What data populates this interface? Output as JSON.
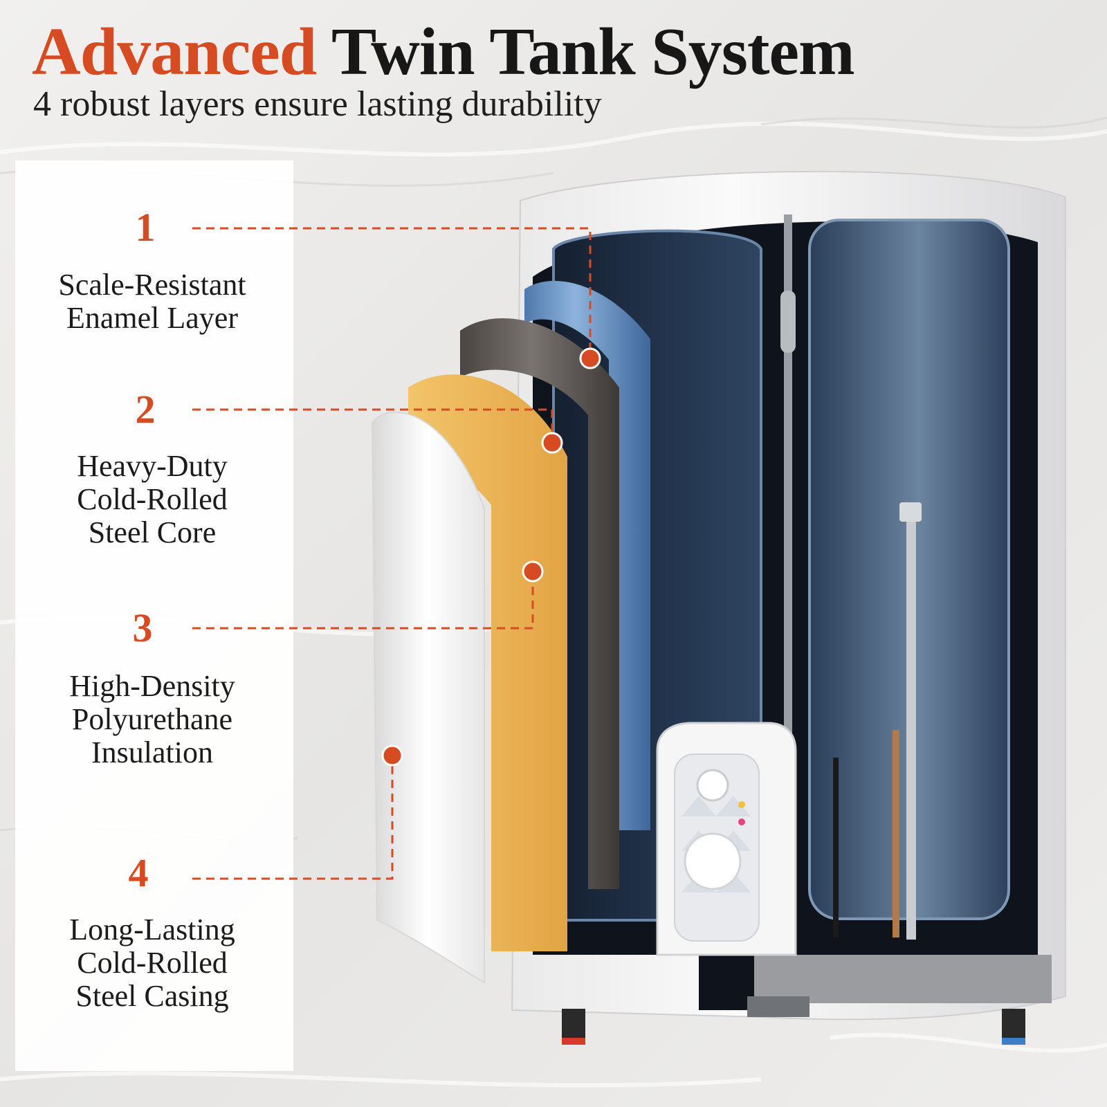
{
  "header": {
    "title_accent": "Advanced",
    "title_rest": "Twin Tank System",
    "subtitle": "4 robust layers ensure lasting durability"
  },
  "layers": [
    {
      "number": "1",
      "label_lines": [
        "Scale-Resistant",
        "Enamel Layer"
      ]
    },
    {
      "number": "2",
      "label_lines": [
        "Heavy-Duty",
        "Cold-Rolled",
        "Steel Core"
      ]
    },
    {
      "number": "3",
      "label_lines": [
        "High-Density",
        "Polyurethane",
        "Insulation"
      ]
    },
    {
      "number": "4",
      "label_lines": [
        "Long-Lasting",
        "Cold-Rolled",
        "Steel Casing"
      ]
    }
  ],
  "colors": {
    "accent": "#d64b22",
    "title": "#171717",
    "enamel_layer": "#6b93c4",
    "steel_core": "#5a5552",
    "insulation": "#e9b150",
    "casing": "#f5f5f5",
    "tank_interior": "#1d2b40"
  },
  "icons": {
    "marker": "marker-dot-icon",
    "heater": "water-heater-cutaway-icon"
  }
}
